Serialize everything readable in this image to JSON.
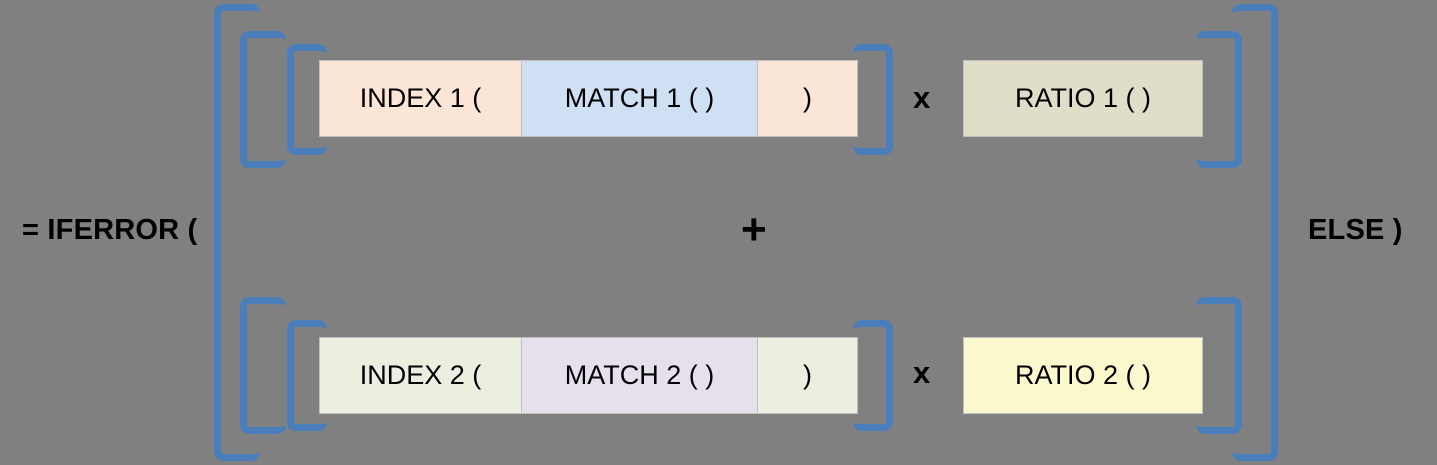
{
  "formula": {
    "prefix_label": "= IFERROR (",
    "suffix_label": "ELSE   )",
    "plus_operator": "+",
    "rows": [
      {
        "id": "row-1",
        "index_label": "INDEX 1 (",
        "match_label": "MATCH 1 ( )",
        "close_paren_label": ")",
        "times_operator": "x",
        "ratio_label": "RATIO 1 ( )",
        "colors": {
          "index": "#fbe5d6",
          "match": "#cfdff4",
          "close": "#fbe5d6",
          "ratio": "#e0ddc8"
        }
      },
      {
        "id": "row-2",
        "index_label": "INDEX 2 (",
        "match_label": "MATCH 2 ( )",
        "close_paren_label": ")",
        "times_operator": "x",
        "ratio_label": "RATIO 2 ( )",
        "colors": {
          "index": "#eaefdf",
          "match": "#e6e0ec",
          "close": "#eaefdf",
          "ratio": "#fcf8cd"
        }
      }
    ]
  },
  "theme": {
    "background": "#808080",
    "bracket_color": "#4a7ebb",
    "box_border": "#bfbfbf",
    "text_color": "#000000"
  }
}
